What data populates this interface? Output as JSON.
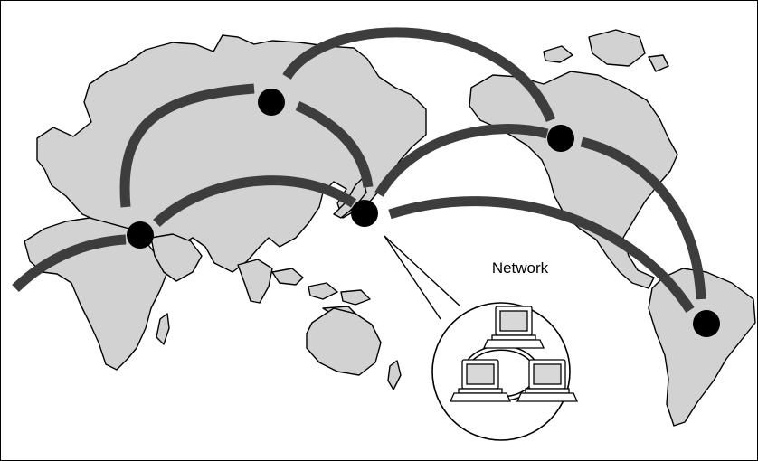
{
  "diagram": {
    "callout_label": "Network",
    "colors": {
      "land": "#d2d2d2",
      "link": "#3d3d3d",
      "node": "#000000",
      "background": "#ffffff"
    },
    "node_count": 5,
    "link_count": 8,
    "callout_icon": "network-of-three-computers-icon"
  }
}
